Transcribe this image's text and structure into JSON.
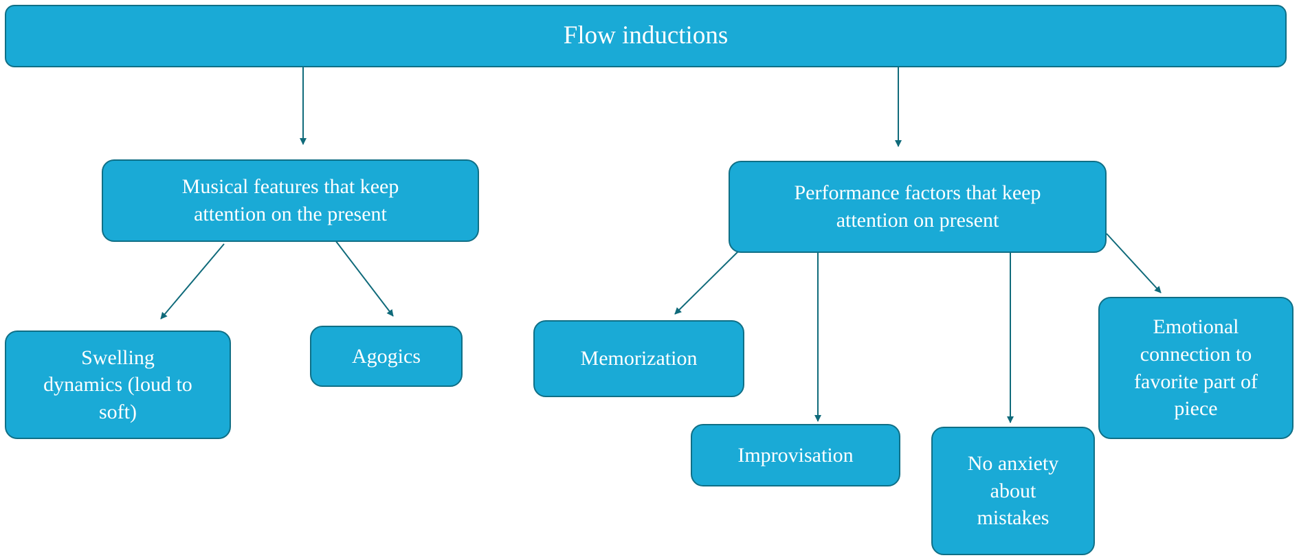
{
  "diagram": {
    "colors": {
      "box_fill": "#1aaad6",
      "box_border": "#0f6f86",
      "arrow": "#0f6a7a",
      "text": "#ffffff",
      "background": "#ffffff"
    },
    "root": {
      "label": "Flow inductions"
    },
    "branches": [
      {
        "label": "Musical features that keep\nattention  on the present",
        "children": [
          "Swelling\ndynamics  (loud to\nsoft)",
          "Agogics"
        ]
      },
      {
        "label": "Performance  factors that keep\nattention  on present",
        "children": [
          "Memorization",
          "Improvisation",
          "No anxiety\nabout\nmistakes",
          "Emotional\nconnection  to\nfavorite  part of\npiece"
        ]
      }
    ]
  }
}
